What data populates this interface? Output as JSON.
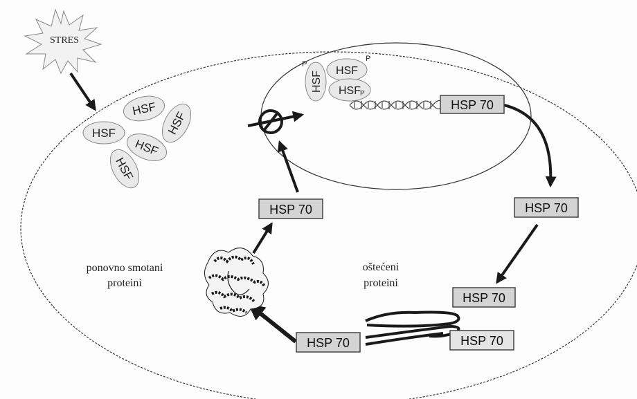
{
  "stress": {
    "label": "STRES"
  },
  "hsf_label": "HSF",
  "phospho_label": "P",
  "hsp_label": "HSP 70",
  "hsp_boxes": [
    {
      "id": "gene",
      "label": "HSP 70"
    },
    {
      "id": "cytoplasm-right",
      "label": "HSP 70"
    },
    {
      "id": "damaged-1",
      "label": "HSP 70"
    },
    {
      "id": "damaged-2",
      "label": "HSP 70"
    },
    {
      "id": "bottom-center",
      "label": "HSP 70"
    },
    {
      "id": "left",
      "label": "HSP 70"
    }
  ],
  "labels": {
    "refolded_line1": "ponovno smotani",
    "refolded_line2": "proteini",
    "damaged_line1": "oštećeni",
    "damaged_line2": "proteini"
  },
  "colors": {
    "outline": "#1a1a1a",
    "hsf_fill": "#e9e9e9",
    "hsp_fill": "#d4d4d4",
    "background": "#fdfdfd"
  }
}
